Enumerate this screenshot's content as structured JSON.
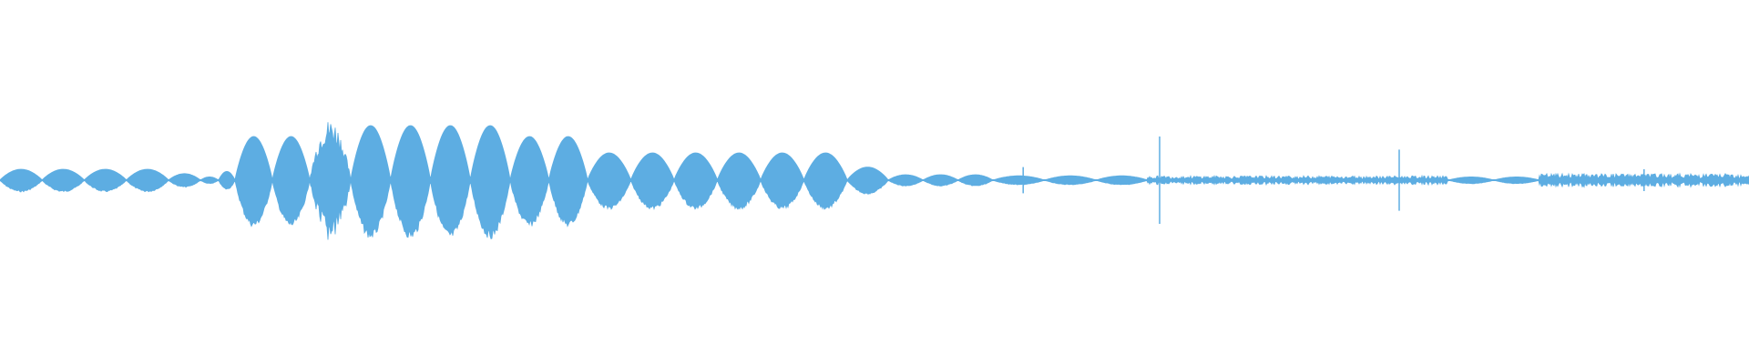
{
  "waveform": {
    "color": "#5dade2",
    "background": "#ffffff",
    "segments": [
      {
        "kind": "lobes",
        "count": 4,
        "amplitude": 0.1
      },
      {
        "kind": "lobes",
        "count": 1,
        "amplitude": 0.06
      },
      {
        "kind": "lobes",
        "count": 1,
        "amplitude": 0.03
      },
      {
        "kind": "lobes",
        "count": 1,
        "amplitude": 0.08
      },
      {
        "kind": "lobes",
        "count": 2,
        "amplitude": 0.4
      },
      {
        "kind": "noise-lobe",
        "count": 1,
        "amplitude": 0.45
      },
      {
        "kind": "lobes",
        "count": 4,
        "amplitude": 0.5
      },
      {
        "kind": "lobes",
        "count": 2,
        "amplitude": 0.4
      },
      {
        "kind": "lobes",
        "count": 6,
        "amplitude": 0.25
      },
      {
        "kind": "lobes",
        "count": 1,
        "amplitude": 0.12
      },
      {
        "kind": "lobes",
        "count": 3,
        "amplitude": 0.05
      },
      {
        "kind": "lobes",
        "count": 3,
        "amplitude": 0.04
      },
      {
        "kind": "noise",
        "amplitude": 0.04
      },
      {
        "kind": "lobes",
        "count": 2,
        "amplitude": 0.03
      },
      {
        "kind": "noise",
        "amplitude": 0.06
      }
    ],
    "spikes": [
      {
        "time": 0.585,
        "amplitude": 0.12
      },
      {
        "time": 0.663,
        "amplitude": 0.4
      },
      {
        "time": 0.8,
        "amplitude": 0.28
      },
      {
        "time": 0.94,
        "amplitude": 0.1
      }
    ]
  }
}
